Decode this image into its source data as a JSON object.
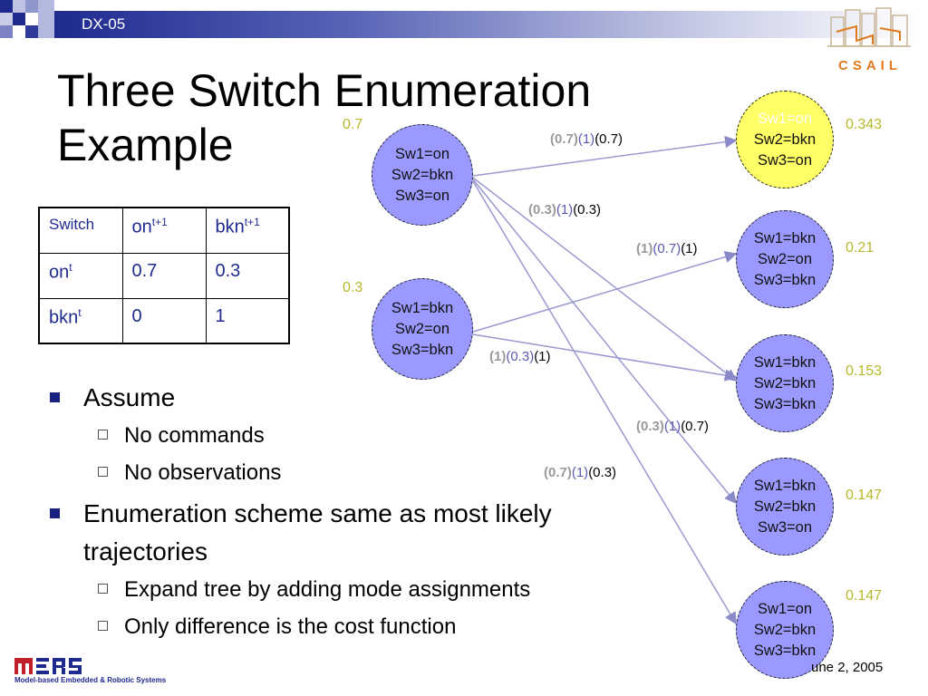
{
  "header": {
    "slide_code": "DX-05"
  },
  "title": "Three Switch Enumeration Example",
  "table": {
    "header": [
      "Switch",
      "on",
      "bkn"
    ],
    "header_sup": [
      "",
      "t+1",
      "t+1"
    ],
    "rows": [
      {
        "label": "on",
        "sup": "t",
        "values": [
          "0.7",
          "0.3"
        ]
      },
      {
        "label": "bkn",
        "sup": "t",
        "values": [
          "0",
          "1"
        ]
      }
    ]
  },
  "bullets": [
    {
      "text": "Assume",
      "sub": [
        "No commands",
        "No observations"
      ]
    },
    {
      "text": "Enumeration scheme same as most likely trajectories",
      "sub": [
        "Expand tree by adding mode assignments",
        "Only difference is the cost function"
      ]
    }
  ],
  "diagram": {
    "sources": [
      {
        "lines": [
          "Sw1=on",
          "Sw2=bkn",
          "Sw3=on"
        ],
        "prob": "0.7"
      },
      {
        "lines": [
          "Sw1=bkn",
          "Sw2=on",
          "Sw3=bkn"
        ],
        "prob": "0.3"
      }
    ],
    "targets": [
      {
        "lines": [
          "Sw1=on",
          "Sw2=bkn",
          "Sw3=on"
        ],
        "prob": "0.343",
        "highlight": true
      },
      {
        "lines": [
          "Sw1=bkn",
          "Sw2=on",
          "Sw3=bkn"
        ],
        "prob": "0.21"
      },
      {
        "lines": [
          "Sw1=bkn",
          "Sw2=bkn",
          "Sw3=bkn"
        ],
        "prob": "0.153"
      },
      {
        "lines": [
          "Sw1=bkn",
          "Sw2=bkn",
          "Sw3=on"
        ],
        "prob": "0.147"
      },
      {
        "lines": [
          "Sw1=on",
          "Sw2=bkn",
          "Sw3=bkn"
        ],
        "prob": "0.147"
      }
    ],
    "edge_labels": [
      [
        "(0.7)",
        "(1)",
        "(0.7)"
      ],
      [
        "(0.3)",
        "(1)",
        "(0.3)"
      ],
      [
        "(1)",
        "(0.7)",
        "(1)"
      ],
      [
        "(1)",
        "(0.3)",
        "(1)"
      ],
      [
        "(0.3)",
        "(1)",
        "(0.7)"
      ],
      [
        "(0.7)",
        "(1)",
        "(0.3)"
      ]
    ],
    "colors": {
      "node_fill": "#9999ff",
      "highlight_fill": "#ffff66",
      "edge": "#9a9ad0",
      "prob_text": "#b8b82a"
    }
  },
  "footer": {
    "date": "une 2, 2005",
    "logo_text": "Model-based Embedded & Robotic Systems",
    "csail_text": "CSAIL"
  }
}
